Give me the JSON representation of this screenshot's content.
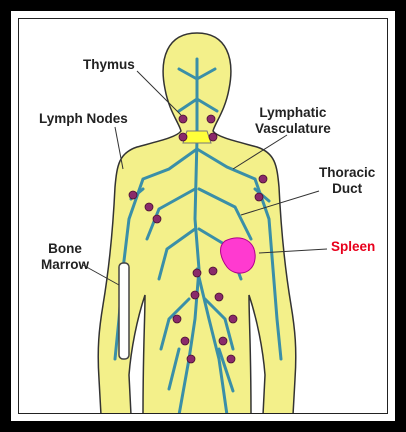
{
  "labels": {
    "thymus": "Thymus",
    "lymph_nodes": "Lymph Nodes",
    "lymphatic_vasculature": "Lymphatic\nVasculature",
    "thoracic_duct": "Thoracic\nDuct",
    "bone_marrow": "Bone\nMarrow",
    "spleen": "Spleen"
  },
  "colors": {
    "body": "#f3f08a",
    "vessels": "#3a8fa8",
    "nodes": "#8a2a6a",
    "spleen": "#ff3ad0",
    "thymus": "#ffff3a",
    "spleen_label": "#e8001c"
  }
}
